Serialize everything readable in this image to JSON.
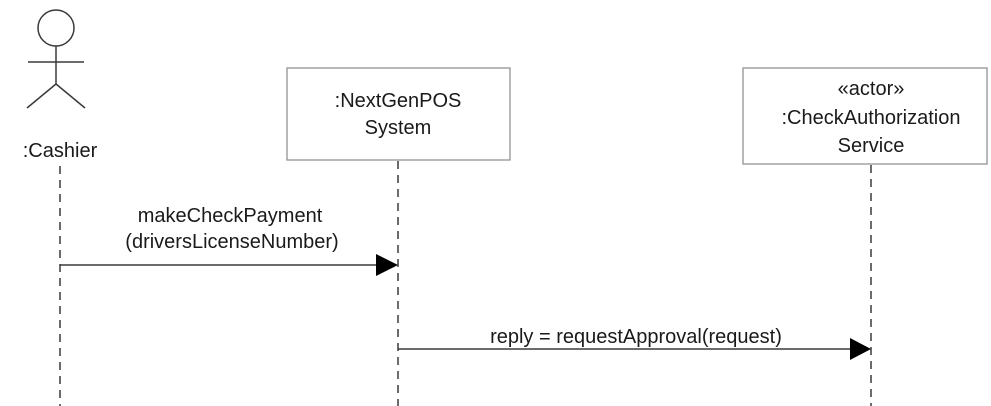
{
  "participants": {
    "cashier": {
      "name": ":Cashier"
    },
    "pos": {
      "line1": ":NextGenPOS",
      "line2": "System"
    },
    "auth": {
      "stereotype": "«actor»",
      "line1": ":CheckAuthorization",
      "line2": "Service"
    }
  },
  "messages": [
    {
      "from": ":Cashier",
      "to": ":NextGenPOS System",
      "line1": "makeCheckPayment",
      "line2": "(driversLicenseNumber)"
    },
    {
      "from": ":NextGenPOS System",
      "to": ":CheckAuthorization Service",
      "label": "reply = requestApproval(request)"
    }
  ]
}
